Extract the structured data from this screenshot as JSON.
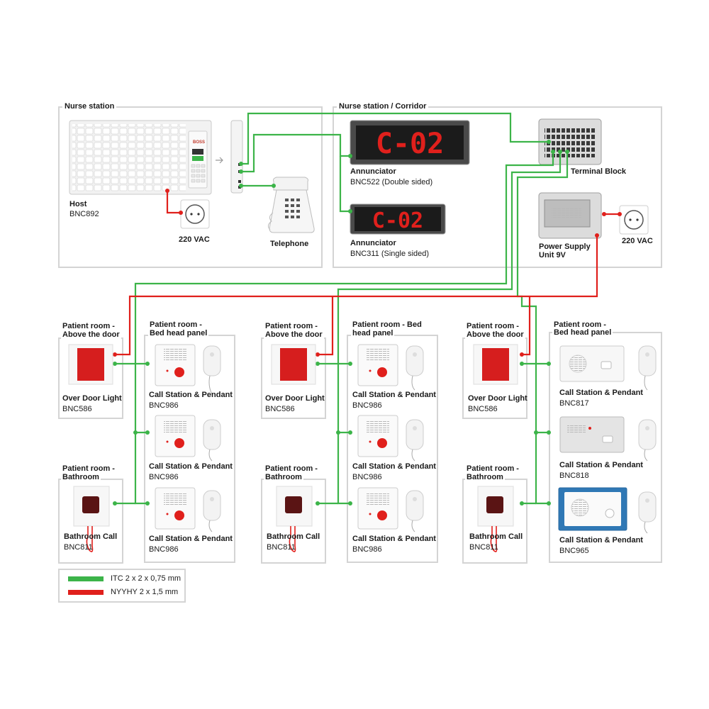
{
  "colors": {
    "itc_wire": "#3cb449",
    "power_wire": "#e0201c",
    "frame": "#d4d4d4",
    "display_red": "#e0201c"
  },
  "nurse_station": {
    "title": "Nurse station",
    "host_name": "Host",
    "host_model": "BNC892",
    "host_brand": "BOSS",
    "socket_label": "220 VAC",
    "telephone_label": "Telephone"
  },
  "corridor": {
    "title": "Nurse station / Corridor",
    "annunciator1_name": "Annunciator",
    "annunciator1_model": "BNC522 (Double sided)",
    "annunciator1_display": "C-02",
    "annunciator2_name": "Annunciator",
    "annunciator2_model": "BNC311 (Single sided)",
    "annunciator2_display": "C-02",
    "terminal_block_label": "Terminal Block",
    "psu_line1": "Power Supply",
    "psu_line2": "Unit 9V",
    "socket_label": "220 VAC"
  },
  "groups": [
    {
      "door_header_line1": "Patient room -",
      "door_header_line2": "Above the door",
      "door_name": "Over Door Light",
      "door_model": "BNC586",
      "bath_header_line1": "Patient room -",
      "bath_header_line2": "Bathroom",
      "bath_name": "Bathroom Call",
      "bath_model": "BNC811",
      "bed_header_line1": "Patient room -",
      "bed_header_line2": "Bed head panel",
      "stations": [
        {
          "name": "Call Station & Pendant",
          "model": "BNC986"
        },
        {
          "name": "Call Station & Pendant",
          "model": "BNC986"
        },
        {
          "name": "Call Station & Pendant",
          "model": "BNC986"
        }
      ]
    },
    {
      "door_header_line1": "Patient room -",
      "door_header_line2": "Above the door",
      "door_name": "Over Door Light",
      "door_model": "BNC586",
      "bath_header_line1": "Patient room -",
      "bath_header_line2": "Bathroom",
      "bath_name": "Bathroom Call",
      "bath_model": "BNC811",
      "bed_header_line1": "Patient room - Bed",
      "bed_header_line2": "head panel",
      "stations": [
        {
          "name": "Call Station & Pendant",
          "model": "BNC986"
        },
        {
          "name": "Call Station & Pendant",
          "model": "BNC986"
        },
        {
          "name": "Call Station & Pendant",
          "model": "BNC986"
        }
      ]
    },
    {
      "door_header_line1": "Patient room -",
      "door_header_line2": "Above the door",
      "door_name": "Over Door Light",
      "door_model": "BNC586",
      "bath_header_line1": "Patient room -",
      "bath_header_line2": "Bathroom",
      "bath_name": "Bathroom Call",
      "bath_model": "BNC811",
      "bed_header_line1": "Patient room -",
      "bed_header_line2": "Bed head panel",
      "stations": [
        {
          "name": "Call Station & Pendant",
          "model": "BNC817"
        },
        {
          "name": "Call Station & Pendant",
          "model": "BNC818"
        },
        {
          "name": "Call Station & Pendant",
          "model": "BNC965"
        }
      ]
    }
  ],
  "legend": [
    {
      "label": "ITC 2 x 2 x 0,75 mm",
      "color": "#3cb449"
    },
    {
      "label": "NYYHY 2 x 1,5 mm",
      "color": "#e0201c"
    }
  ]
}
